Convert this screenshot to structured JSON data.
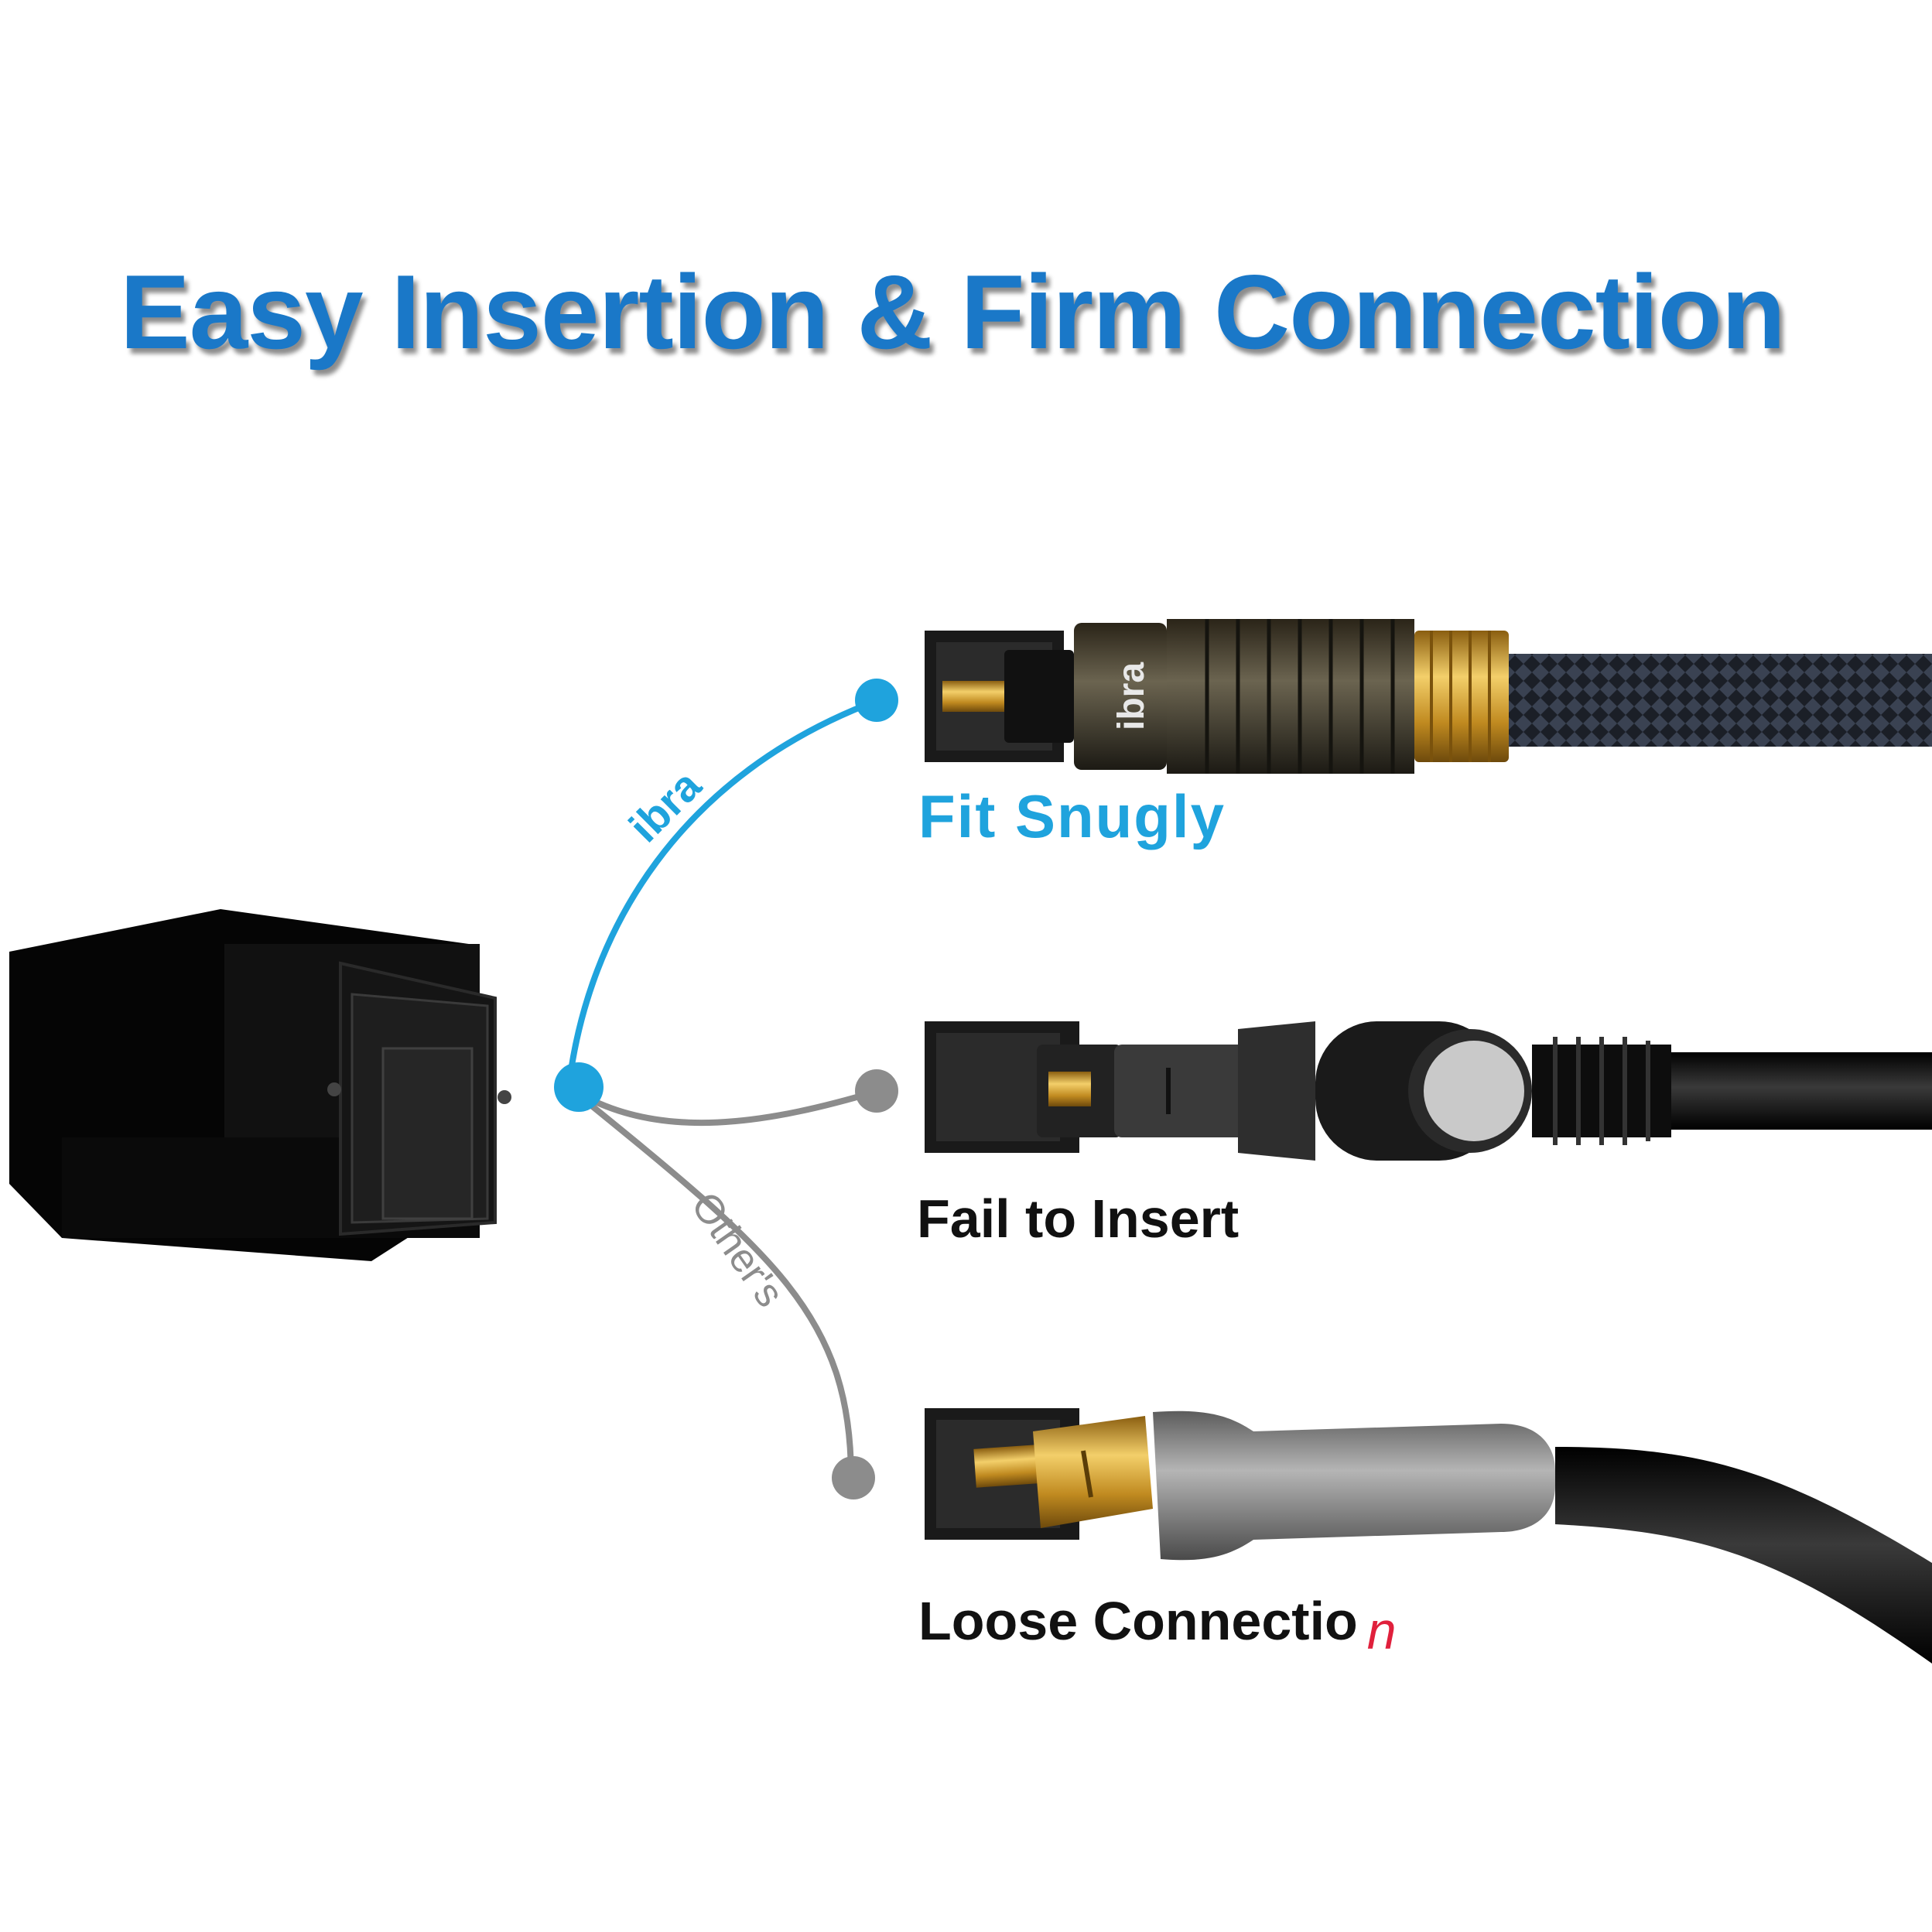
{
  "headline": "Easy Insertion & Firm Connection",
  "branches": {
    "brand_label": "ibra",
    "others_label": "Other's"
  },
  "captions": {
    "fit": "Fit Snugly",
    "fail": "Fail to Insert",
    "loose_main": "Loose Connectio",
    "loose_last": "n"
  },
  "plug_brand_text": "ibra",
  "colors": {
    "headline": "#1a78c8",
    "fit": "#1fa3dd",
    "branch_blue": "#1fa3dd",
    "branch_grey": "#8c8c8c",
    "caption_dark": "#111111",
    "accent_red": "#e0203c",
    "port_black": "#0b0b0b",
    "gold": "#d4a12e"
  }
}
